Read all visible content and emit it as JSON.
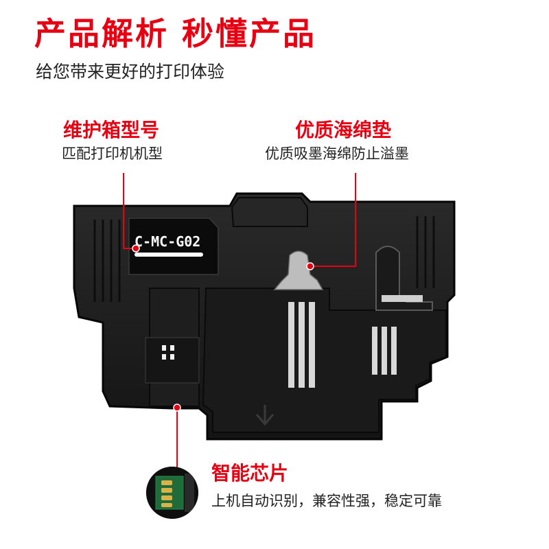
{
  "header": {
    "title": "产品解析 秒懂产品",
    "subtitle": "给您带来更好的打印体验"
  },
  "callouts": {
    "model": {
      "title": "维护箱型号",
      "description": "匹配打印机机型"
    },
    "sponge": {
      "title": "优质海绵垫",
      "description": "优质吸墨海绵防止溢墨"
    },
    "chip": {
      "title": "智能芯片",
      "description": "上机自动识别，兼容性强，稳定可靠"
    }
  },
  "product": {
    "label": "C-MC-G02"
  },
  "colors": {
    "accent": "#e60012",
    "body": "#1c1c1c",
    "text": "#222222"
  }
}
